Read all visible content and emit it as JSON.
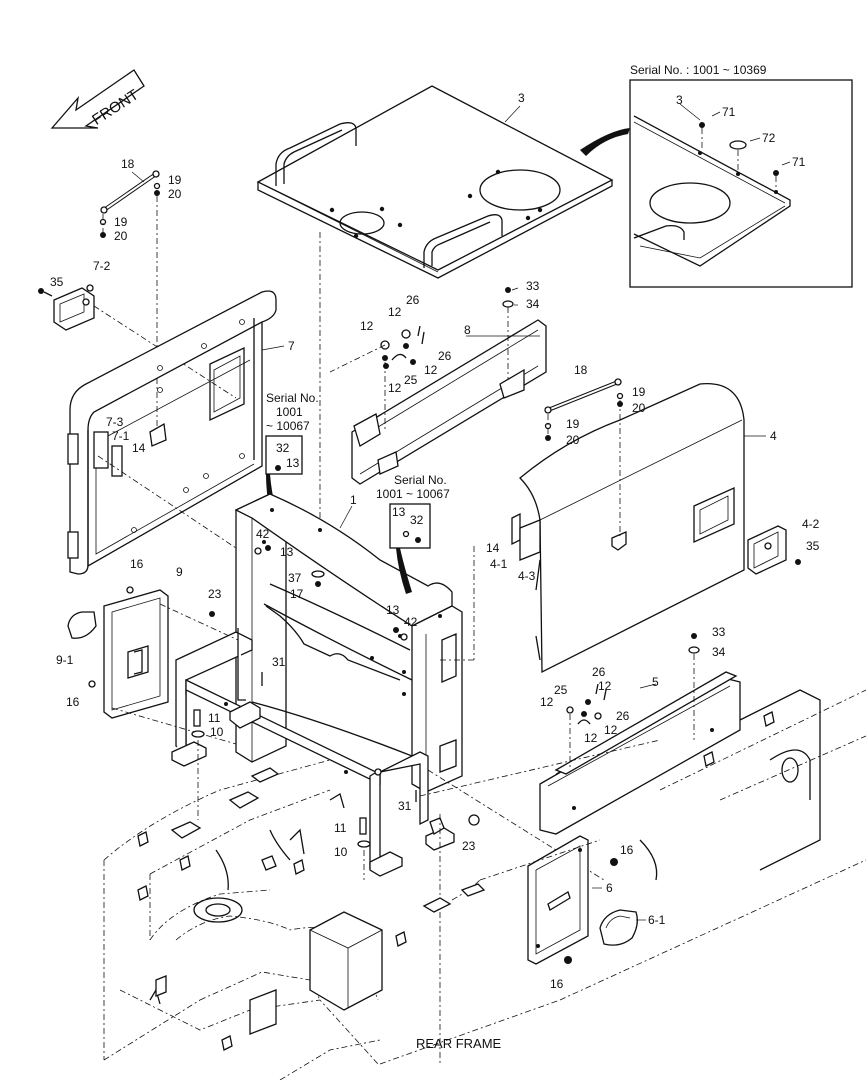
{
  "direction": {
    "front_label": "FRONT"
  },
  "inset": {
    "serial_label": "Serial No. : 1001 ~ 10369"
  },
  "serial_notes": {
    "left": {
      "line1": "Serial No.",
      "line2": "1001",
      "line3": "~ 10067"
    },
    "center": {
      "line1": "Serial No.",
      "line2": "1001 ~ 10067"
    }
  },
  "frame_label": "REAR FRAME",
  "callouts": {
    "c3_main": "3",
    "c3_inset": "3",
    "c71a": "71",
    "c72": "72",
    "c71b": "71",
    "c18a": "18",
    "c19a": "19",
    "c20a": "20",
    "c19b": "19",
    "c20b": "20",
    "c7_2": "7-2",
    "c35a": "35",
    "c7": "7",
    "c7_3": "7-3",
    "c7_1": "7-1",
    "c14a": "14",
    "c33a": "33",
    "c34a": "34",
    "c26a": "26",
    "c12a": "12",
    "c12b": "12",
    "c26b": "26",
    "c8": "8",
    "c12c": "12",
    "c25a": "25",
    "c12d": "12",
    "c32a": "32",
    "c13a": "13",
    "c1": "1",
    "c13b": "13",
    "c32b": "32",
    "c42a": "42",
    "c13c": "13",
    "c37": "37",
    "c17": "17",
    "c13d": "13",
    "c42b": "42",
    "c16a": "16",
    "c9": "9",
    "c23a": "23",
    "c9_1": "9-1",
    "c16b": "16",
    "c31a": "31",
    "c11a": "11",
    "c10a": "10",
    "c18b": "18",
    "c19c": "19",
    "c20c": "20",
    "c19d": "19",
    "c20d": "20",
    "c4": "4",
    "c4_2": "4-2",
    "c35b": "35",
    "c14b": "14",
    "c4_1": "4-1",
    "c4_3": "4-3",
    "c33b": "33",
    "c34b": "34",
    "c26c": "26",
    "c12e": "12",
    "c25b": "25",
    "c12f": "12",
    "c26d": "26",
    "c12g": "12",
    "c12h": "12",
    "c5": "5",
    "c31b": "31",
    "c11b": "11",
    "c10b": "10",
    "c23b": "23",
    "c16c": "16",
    "c6": "6",
    "c6_1": "6-1",
    "c16d": "16"
  }
}
